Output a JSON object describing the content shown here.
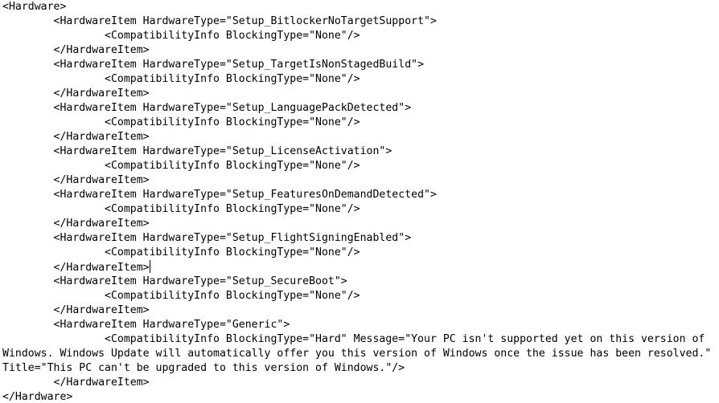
{
  "document": {
    "lines": [
      "<Hardware>",
      "        <HardwareItem HardwareType=\"Setup_BitlockerNoTargetSupport\">",
      "                <CompatibilityInfo BlockingType=\"None\"/>",
      "        </HardwareItem>",
      "        <HardwareItem HardwareType=\"Setup_TargetIsNonStagedBuild\">",
      "                <CompatibilityInfo BlockingType=\"None\"/>",
      "        </HardwareItem>",
      "        <HardwareItem HardwareType=\"Setup_LanguagePackDetected\">",
      "                <CompatibilityInfo BlockingType=\"None\"/>",
      "        </HardwareItem>",
      "        <HardwareItem HardwareType=\"Setup_LicenseActivation\">",
      "                <CompatibilityInfo BlockingType=\"None\"/>",
      "        </HardwareItem>",
      "        <HardwareItem HardwareType=\"Setup_FeaturesOnDemandDetected\">",
      "                <CompatibilityInfo BlockingType=\"None\"/>",
      "        </HardwareItem>",
      "        <HardwareItem HardwareType=\"Setup_FlightSigningEnabled\">",
      "                <CompatibilityInfo BlockingType=\"None\"/>",
      "        </HardwareItem>",
      "        <HardwareItem HardwareType=\"Setup_SecureBoot\">",
      "                <CompatibilityInfo BlockingType=\"None\"/>",
      "        </HardwareItem>",
      "        <HardwareItem HardwareType=\"Generic\">",
      "                <CompatibilityInfo BlockingType=\"Hard\" Message=\"Your PC isn't supported yet on this version of",
      "Windows. Windows Update will automatically offer you this version of Windows once the issue has been resolved.\"",
      "Title=\"This PC can't be upgraded to this version of Windows.\"/>",
      "        </HardwareItem>",
      "</Hardware>"
    ],
    "caret_line": 19
  }
}
